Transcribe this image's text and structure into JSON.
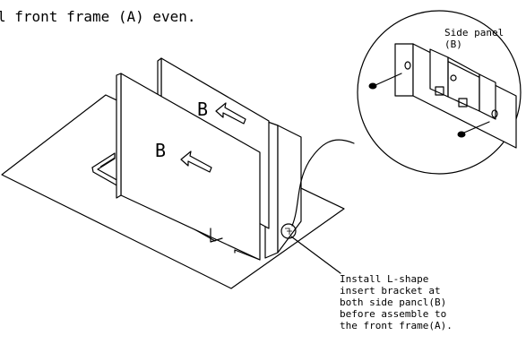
{
  "header_text": "l front frame (A) even.",
  "panel_front_label": "B",
  "panel_back_label": "B",
  "detail": {
    "label_line1": "Side panel",
    "label_line2": "(B)"
  },
  "note_lines": [
    "Install L-shape",
    "insert bracket at",
    "both side pancl(B)",
    "before assemble to",
    "the front frame(A)."
  ]
}
